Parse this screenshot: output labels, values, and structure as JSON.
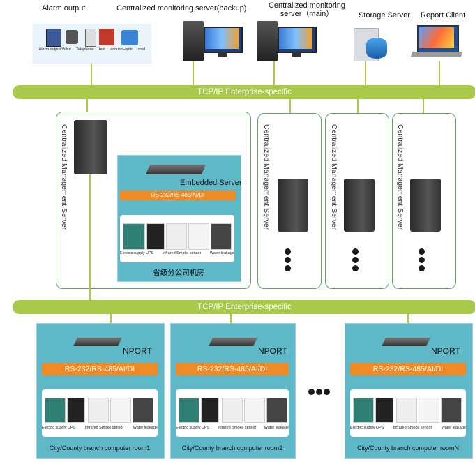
{
  "top": {
    "alarm_output": "Alarm output",
    "monitoring_backup": "Centralized monitoring server(backup)",
    "monitoring_main_line1": "Centralized monitoring",
    "monitoring_main_line2": "server（main）",
    "storage_server": "Storage Server",
    "report_client": "Report Client",
    "alarm_items": [
      "Alarm output Voice",
      "Telephone",
      "text",
      "acousto-optic",
      "mail"
    ]
  },
  "bus1": {
    "label": "TCP/IP Enterprise-specific"
  },
  "bus2": {
    "label": "TCP/IP Enterprise-specific"
  },
  "provincial": {
    "mgmt_server": "Centralized Management Server",
    "embedded_server": "Embedded Server",
    "interface": "RS-232/RS-485/AI/DI",
    "device_labels": [
      "Electric supply UPS",
      "Infrared Smoke sensor",
      "Water leakage"
    ],
    "room_name": "省级分公司机房"
  },
  "other_servers": [
    {
      "label": "Centralized Management Server"
    },
    {
      "label": "Centralized Management Server"
    },
    {
      "label": "Centralized Management Server"
    }
  ],
  "branches": [
    {
      "nport": "NPORT",
      "interface": "RS-232/RS-485/AI/DI",
      "dev_ups": "Electric supply UPS",
      "dev_sensor": "Infrared Smoke sensor",
      "dev_water": "Water leakage",
      "room": "City/County branch computer room1"
    },
    {
      "nport": "NPORT",
      "interface": "RS-232/RS-485/AI/DI",
      "dev_ups": "Electric supply UPS",
      "dev_sensor": "Infrared Smoke sensor",
      "dev_water": "Water leakage",
      "room": "City/County branch computer room2"
    },
    {
      "nport": "NPORT",
      "interface": "RS-232/RS-485/AI/DI",
      "dev_ups": "Electric supply UPS",
      "dev_sensor": "Infrared Smoke sensor",
      "dev_water": "Water leakage",
      "room": "City/County branch computer roomN"
    }
  ]
}
